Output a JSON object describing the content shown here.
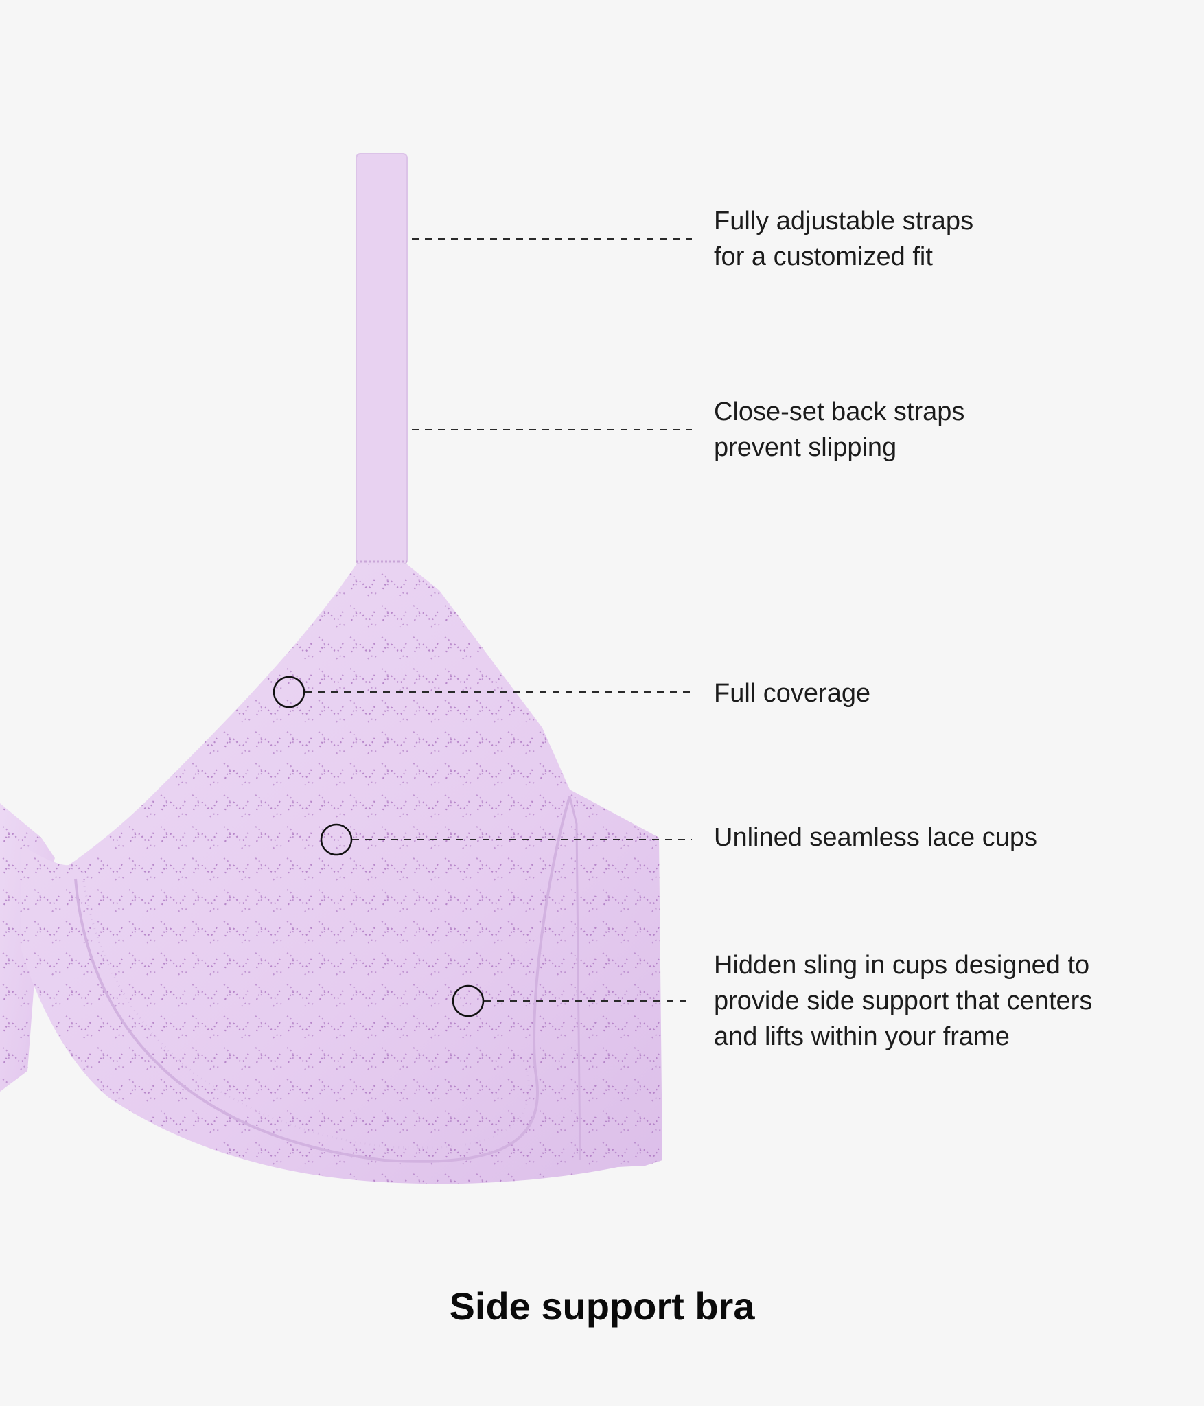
{
  "callouts": [
    {
      "lines": [
        "Fully adjustable straps",
        "for a customized fit"
      ],
      "marker": "none"
    },
    {
      "lines": [
        "Close-set back straps",
        "prevent slipping"
      ],
      "marker": "none"
    },
    {
      "lines": [
        "Full coverage"
      ],
      "marker": "circle"
    },
    {
      "lines": [
        "Unlined seamless lace cups"
      ],
      "marker": "circle"
    },
    {
      "lines": [
        "Hidden sling in cups designed to",
        "provide side support that centers",
        "and lifts within your frame"
      ],
      "marker": "circle"
    }
  ],
  "product": {
    "name": "Side support bra",
    "color": "#e9d3f2",
    "lace_color": "#9a5fb0"
  },
  "colors": {
    "background": "#f6f6f6",
    "text": "#1c1c1c",
    "leader": "#2a2a2a"
  }
}
